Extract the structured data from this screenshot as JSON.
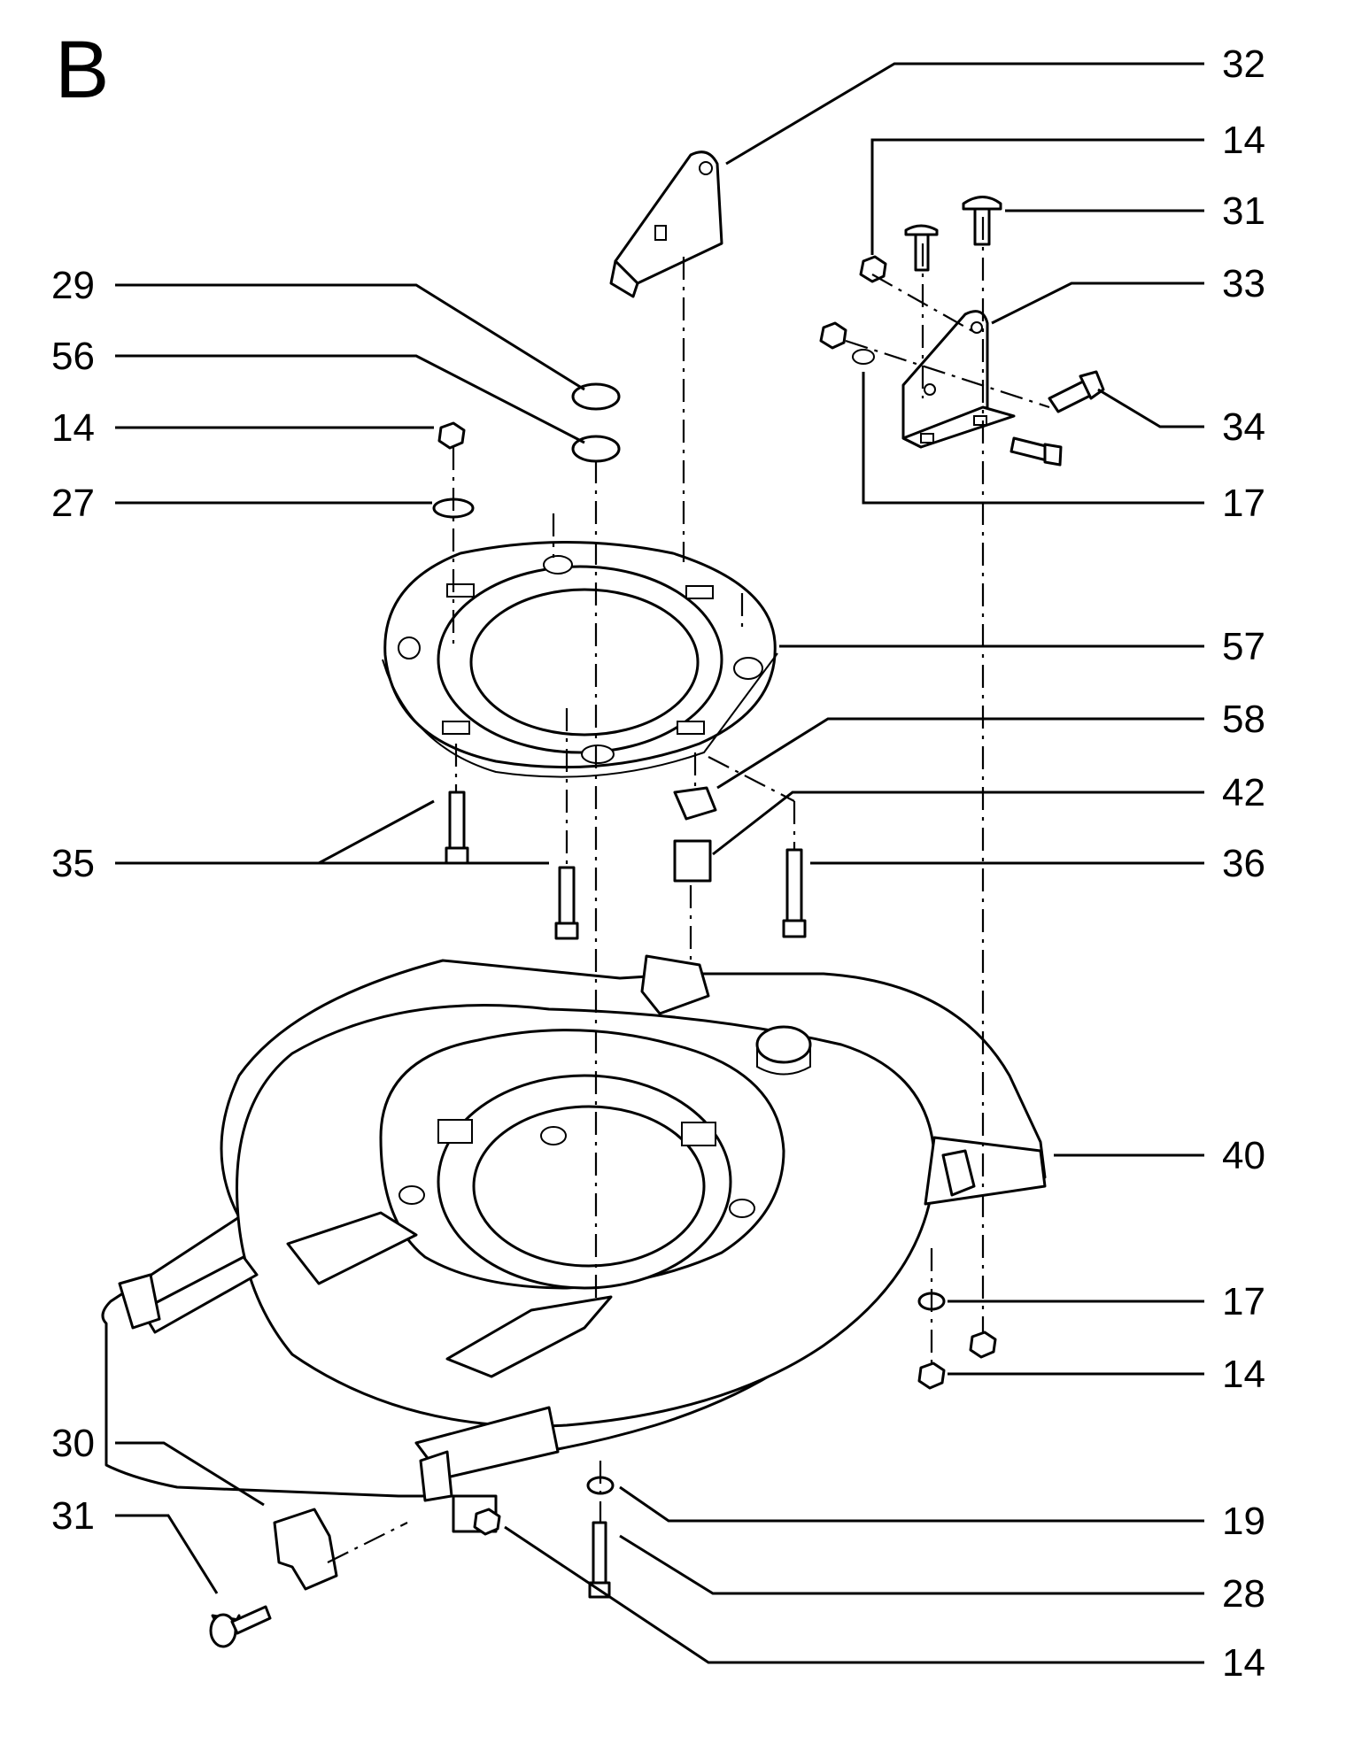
{
  "section_letter": "B",
  "callouts": [
    {
      "id": "c32a",
      "label": "32"
    },
    {
      "id": "c14a",
      "label": "14"
    },
    {
      "id": "c31a",
      "label": "31"
    },
    {
      "id": "c33",
      "label": "33"
    },
    {
      "id": "c34",
      "label": "34"
    },
    {
      "id": "c17a",
      "label": "17"
    },
    {
      "id": "c57",
      "label": "57"
    },
    {
      "id": "c58",
      "label": "58"
    },
    {
      "id": "c42",
      "label": "42"
    },
    {
      "id": "c36",
      "label": "36"
    },
    {
      "id": "c40",
      "label": "40"
    },
    {
      "id": "c17b",
      "label": "17"
    },
    {
      "id": "c14b",
      "label": "14"
    },
    {
      "id": "c19",
      "label": "19"
    },
    {
      "id": "c28",
      "label": "28"
    },
    {
      "id": "c14c",
      "label": "14"
    },
    {
      "id": "c29",
      "label": "29"
    },
    {
      "id": "c56",
      "label": "56"
    },
    {
      "id": "c14d",
      "label": "14"
    },
    {
      "id": "c27",
      "label": "27"
    },
    {
      "id": "c35",
      "label": "35"
    },
    {
      "id": "c30",
      "label": "30"
    },
    {
      "id": "c31b",
      "label": "31"
    }
  ]
}
